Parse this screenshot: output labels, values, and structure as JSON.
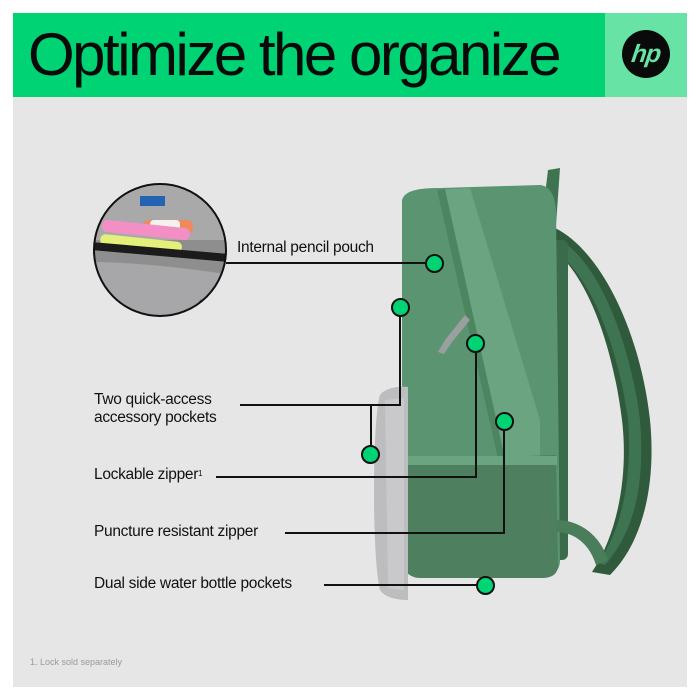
{
  "banner": {
    "title": "Optimize the organize",
    "brand_logo": "hp",
    "colors": {
      "primary": "#00d373",
      "logo_bg": "#66e3a5",
      "panel_bg": "#e6e6e6"
    }
  },
  "inset_image": {
    "subject": "internal pencil pouch close-up"
  },
  "product_image": {
    "subject": "green backpack side view"
  },
  "callouts": [
    {
      "label": "Internal pencil pouch"
    },
    {
      "label": "Two quick-access accessory pockets",
      "line1": "Two quick-access",
      "line2": "accessory pockets"
    },
    {
      "label": "Lockable zipper",
      "superscript": "1"
    },
    {
      "label": "Puncture resistant zipper"
    },
    {
      "label": "Dual side water bottle pockets"
    }
  ],
  "footnote": "1. Lock sold separately"
}
